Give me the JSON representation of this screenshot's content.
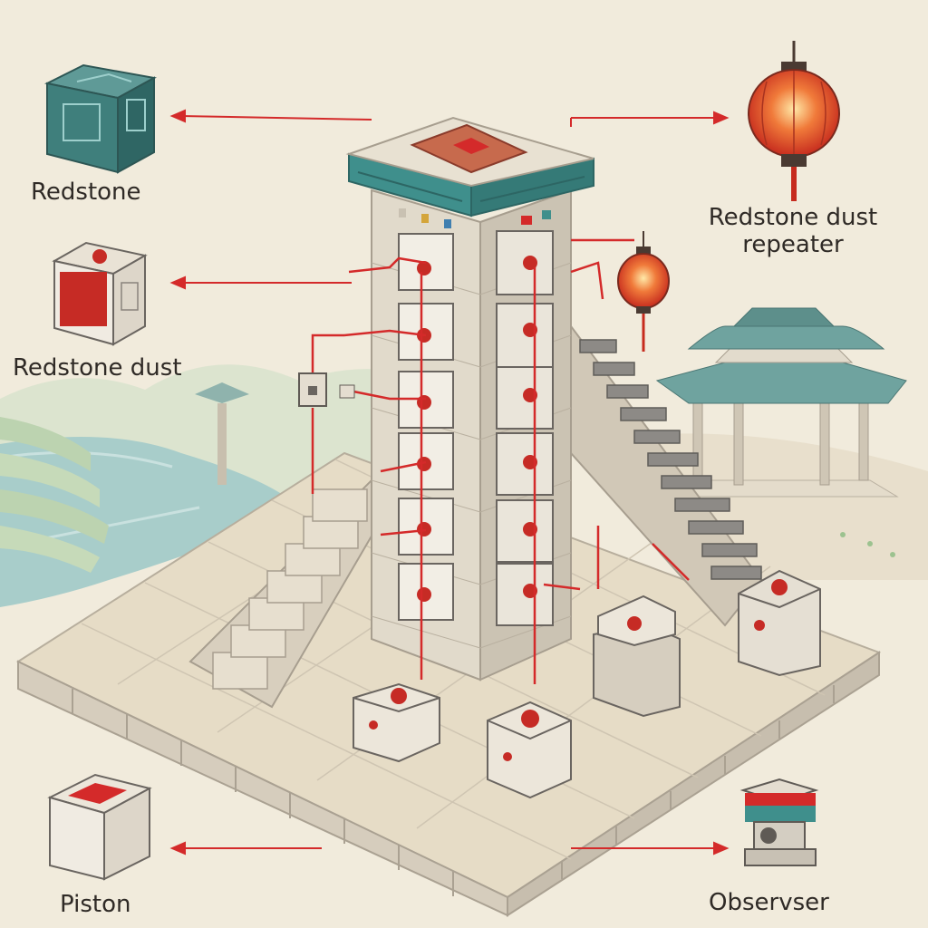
{
  "labels": {
    "redstone": "Redstone",
    "redstone_dust": "Redstone dust",
    "repeater_line1": "Redstone dust",
    "repeater_line2": "repeater",
    "piston": "Piston",
    "observer": "Observser"
  },
  "colors": {
    "background": "#f1ebdc",
    "stone": "#e3dccd",
    "stone_shade": "#c9c1b2",
    "stone_dark": "#a9a193",
    "teal": "#3f8f8c",
    "redstone": "#d42a2a",
    "water": "#9ec6c4",
    "terrace": "#cfe0c2",
    "roof": "#6fa39f"
  },
  "icons": [
    "redstone-block-icon",
    "redstone-dust-block-icon",
    "lantern-icon",
    "piston-block-icon",
    "observer-block-icon"
  ]
}
